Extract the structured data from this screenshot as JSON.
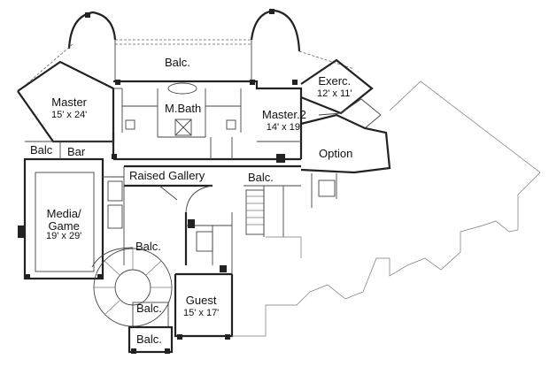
{
  "rooms": {
    "balc_top": {
      "name": "Balc."
    },
    "master": {
      "name": "Master",
      "dims": "15' x 24'"
    },
    "mbath": {
      "name": "M.Bath"
    },
    "master2": {
      "name": "Master.2",
      "dims": "14' x 19'"
    },
    "exerc": {
      "name": "Exerc.",
      "dims": "12' x 11'"
    },
    "option": {
      "name": "Option"
    },
    "balc_left": {
      "name": "Balc"
    },
    "bar": {
      "name": "Bar"
    },
    "raised_gallery": {
      "name": "Raised Gallery"
    },
    "balc_gallery": {
      "name": "Balc."
    },
    "media": {
      "name": "Media/",
      "name2": "Game",
      "dims": "19' x 29'"
    },
    "balc_mid": {
      "name": "Balc."
    },
    "guest": {
      "name": "Guest",
      "dims": "15' x 17'"
    },
    "balc_stair": {
      "name": "Balc."
    },
    "balc_bottom": {
      "name": "Balc."
    }
  }
}
